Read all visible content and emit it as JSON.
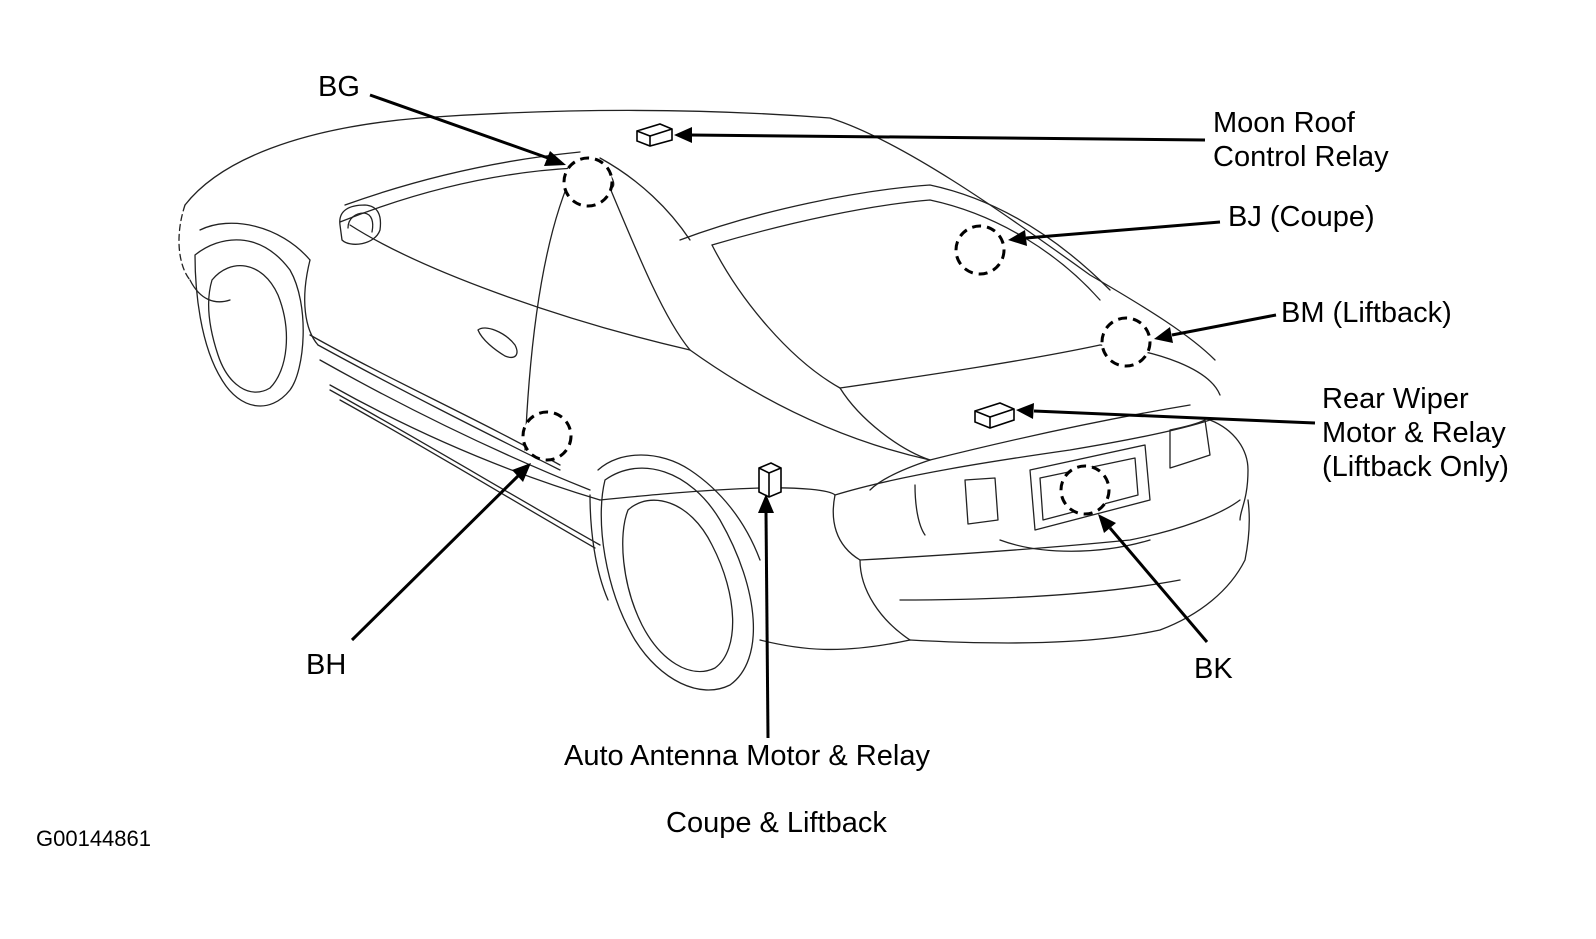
{
  "labels": {
    "bg": "BG",
    "moon_roof_line1": "Moon Roof",
    "moon_roof_line2": "Control Relay",
    "bj": "BJ (Coupe)",
    "bm": "BM (Liftback)",
    "rear_wiper_line1": "Rear Wiper",
    "rear_wiper_line2": "Motor & Relay",
    "rear_wiper_line3": "(Liftback Only)",
    "bh": "BH",
    "bk": "BK",
    "antenna": "Auto Antenna Motor & Relay",
    "caption": "Coupe & Liftback",
    "figure_id": "G00144861"
  },
  "icons": {
    "car": "car-rear-three-quarter-outline",
    "location": "dashed-circle-location-marker",
    "component": "relay-box-icon"
  },
  "colors": {
    "line": "#000000",
    "background": "#ffffff"
  }
}
